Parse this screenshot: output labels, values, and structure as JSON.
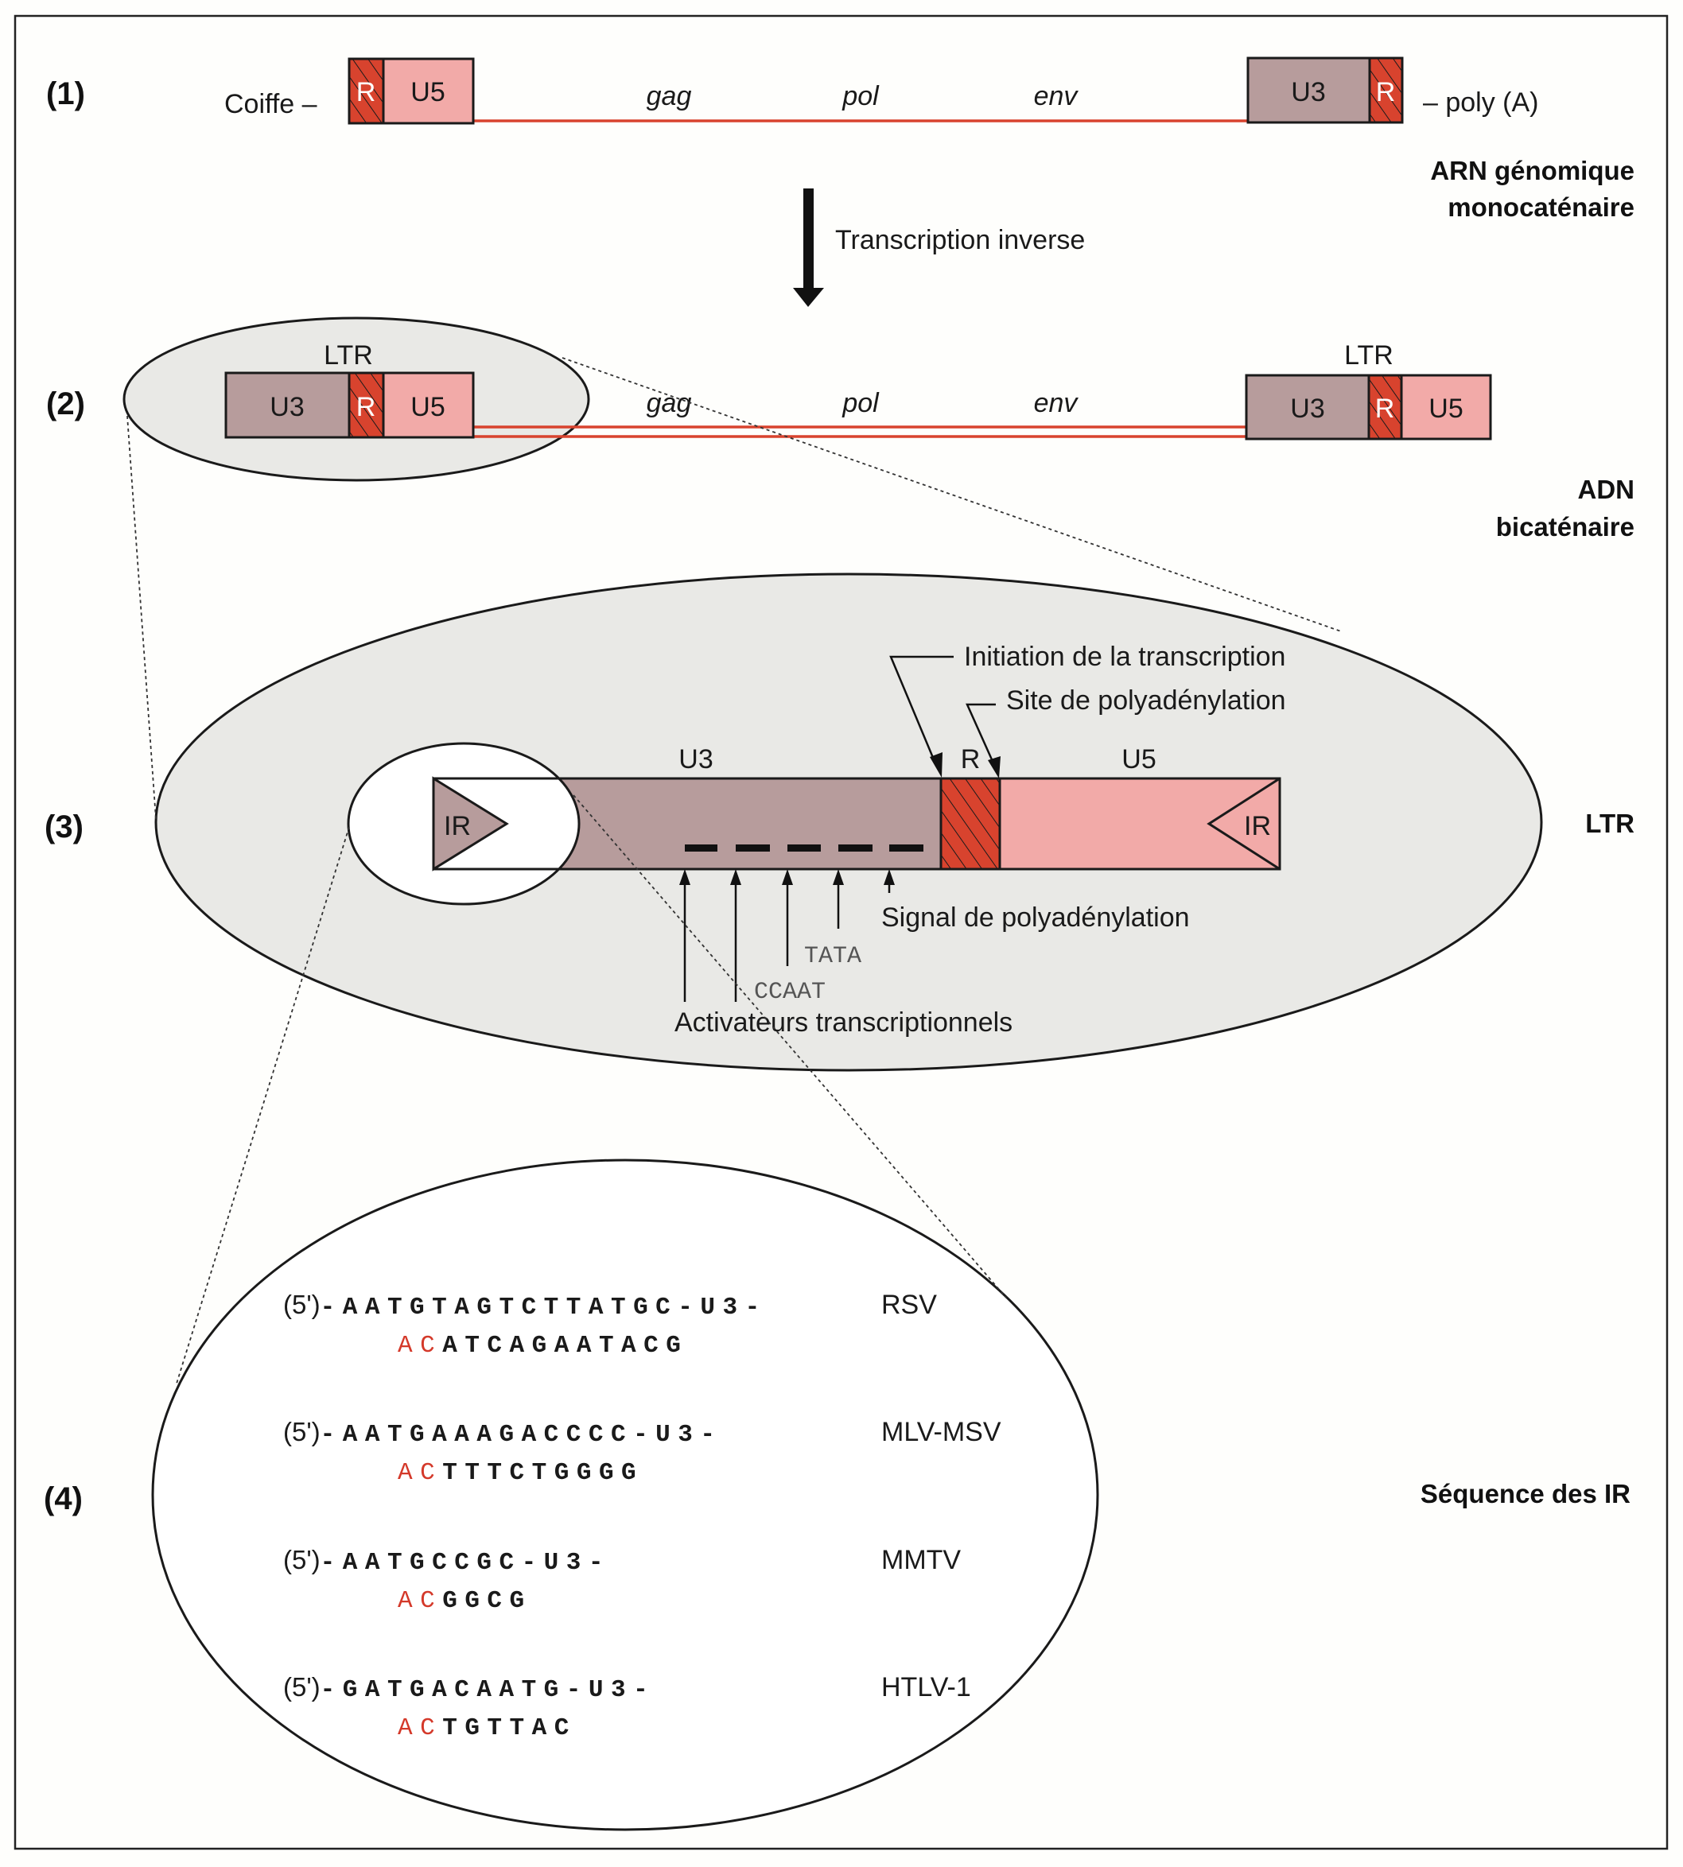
{
  "colors": {
    "u3": "#b79c9c",
    "r": "#d8432e",
    "u5": "#f2aaa8",
    "rna_line": "#d8432e",
    "ellipse_fill": "#e9e9e6",
    "ac_highlight": "#d4392a"
  },
  "step1": {
    "number": "(1)",
    "cap_label": "Coiffe –",
    "left_r": "R",
    "left_u5": "U5",
    "genes": [
      "gag",
      "pol",
      "env"
    ],
    "right_u3": "U3",
    "right_r": "R",
    "polyA_label": "– poly (A)",
    "side_label_line1": "ARN génomique",
    "side_label_line2": "monocaténaire"
  },
  "transition": {
    "arrow_icon": "down-arrow",
    "label": "Transcription inverse"
  },
  "step2": {
    "number": "(2)",
    "left_ltr_label": "LTR",
    "right_ltr_label": "LTR",
    "left_u3": "U3",
    "left_r": "R",
    "left_u5": "U5",
    "genes": [
      "gag",
      "pol",
      "env"
    ],
    "right_u3": "U3",
    "right_r": "R",
    "right_u5": "U5",
    "side_label_line1": "ADN",
    "side_label_line2": "bicaténaire"
  },
  "step3": {
    "number": "(3)",
    "u3": "U3",
    "r": "R",
    "u5": "U5",
    "ir_left": "IR",
    "ir_right": "IR",
    "initiation_label": "Initiation de la transcription",
    "polyA_site_label": "Site de polyadénylation",
    "polyA_signal_label": "Signal de polyadénylation",
    "tata_label": "TATA",
    "ccaat_label": "CCAAT",
    "activators_label": "Activateurs transcriptionnels",
    "side_label": "LTR"
  },
  "step4": {
    "number": "(4)",
    "side_label": "Séquence des IR",
    "sequences": [
      {
        "prefix": "(5')",
        "line1": "-AATGTAGTCTTATGC-U3-",
        "highlight": "AC",
        "line2_rest": "ATCAGAATACG",
        "virus": "RSV"
      },
      {
        "prefix": "(5')",
        "line1": "-AATGAAAGACCCC-U3-",
        "highlight": "AC",
        "line2_rest": "TTTCTGGGG",
        "virus": "MLV-MSV"
      },
      {
        "prefix": "(5')",
        "line1": "-AATGCCGC-U3-",
        "highlight": "AC",
        "line2_rest": "GGCG",
        "virus": "MMTV"
      },
      {
        "prefix": "(5')",
        "line1": "-GATGACAATG-U3-",
        "highlight": "AC",
        "line2_rest": "TGTTAC",
        "virus": "HTLV-1"
      }
    ]
  }
}
